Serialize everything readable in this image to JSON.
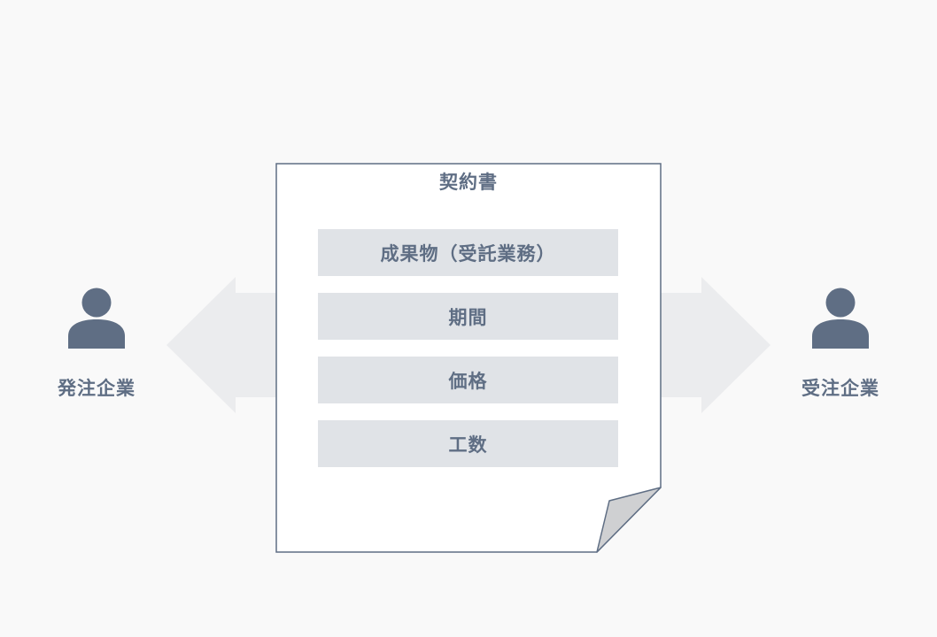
{
  "colors": {
    "background": "#f9f9f9",
    "arrow": "#ebecee",
    "person_icon": "#5f6e84",
    "text": "#5f6e84",
    "document_border": "#5f6e84",
    "document_fill": "#ffffff",
    "item_fill": "#e0e3e7",
    "page_curl": "#cfd0d2"
  },
  "left_party": {
    "label": "発注企業",
    "icon": "person-icon"
  },
  "right_party": {
    "label": "受注企業",
    "icon": "person-icon"
  },
  "document": {
    "title": "契約書",
    "items": [
      "成果物（受託業務）",
      "期間",
      "価格",
      "工数"
    ]
  }
}
